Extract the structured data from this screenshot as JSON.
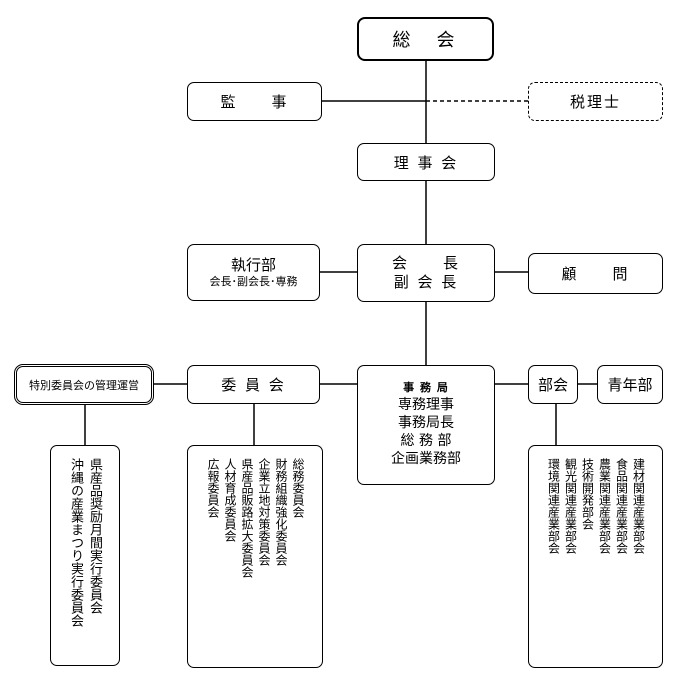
{
  "general_meeting": "総　会",
  "auditor": "監　　事",
  "tax_accountant": "税理士",
  "board": "理 事 会",
  "executive": {
    "title": "執行部",
    "members": "会長･副会長･専務"
  },
  "president": {
    "line1": "会　　長",
    "line2": "副 会 長"
  },
  "advisor": "顧　　問",
  "special_committee": "特別委員会の管理運営",
  "committee": "委 員 会",
  "secretariat": {
    "title": "事 務 局",
    "lines": [
      "専務理事",
      "事務局長",
      "総 務 部",
      "企画業務部"
    ]
  },
  "division": "部会",
  "youth": "青年部",
  "special_committee_list": [
    "県産品奨励月間実行委員会",
    "沖縄の産業まつり実行委員会"
  ],
  "committee_list": [
    "総務委員会",
    "財務組織強化委員会",
    "企業立地対策委員会",
    "県産品販路拡大委員会",
    "人材育成委員会",
    "広報委員会"
  ],
  "division_list": [
    "建材関連産業部会",
    "食品関連産業部会",
    "農業関連産業部会",
    "技術開発部会",
    "観光関連産業部会",
    "環境関連産業部会"
  ]
}
